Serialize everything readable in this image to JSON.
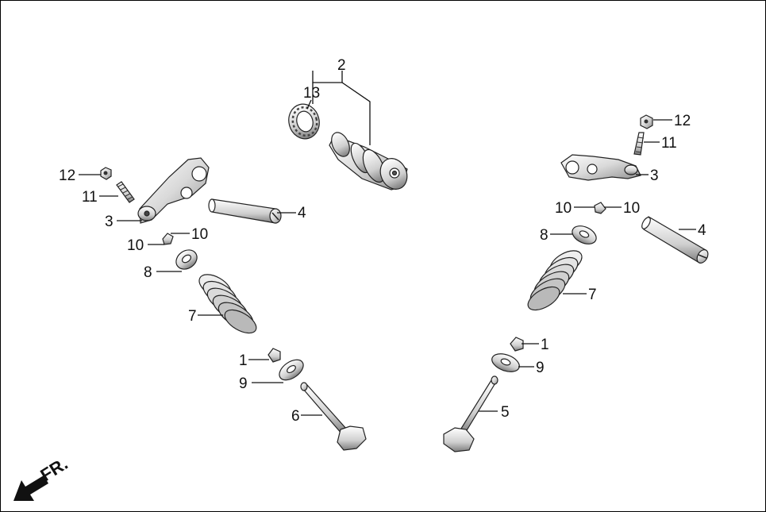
{
  "callouts": {
    "c2": "2",
    "c13": "13",
    "c12_left": "12",
    "c11_left": "11",
    "c3_left": "3",
    "c4_left": "4",
    "c10_left_a": "10",
    "c10_left_b": "10",
    "c8_left": "8",
    "c7_left": "7",
    "c1_left": "1",
    "c9_left": "9",
    "c6": "6",
    "c12_right": "12",
    "c11_right": "11",
    "c3_right": "3",
    "c10_right_a": "10",
    "c10_right_b": "10",
    "c4_right": "4",
    "c8_right": "8",
    "c7_right": "7",
    "c1_right": "1",
    "c9_right": "9",
    "c5": "5"
  },
  "front_indicator": "FR.",
  "colors": {
    "line": "#111111",
    "part_fill": "#ededed",
    "part_dark": "#9a9a9a",
    "background": "#ffffff"
  }
}
